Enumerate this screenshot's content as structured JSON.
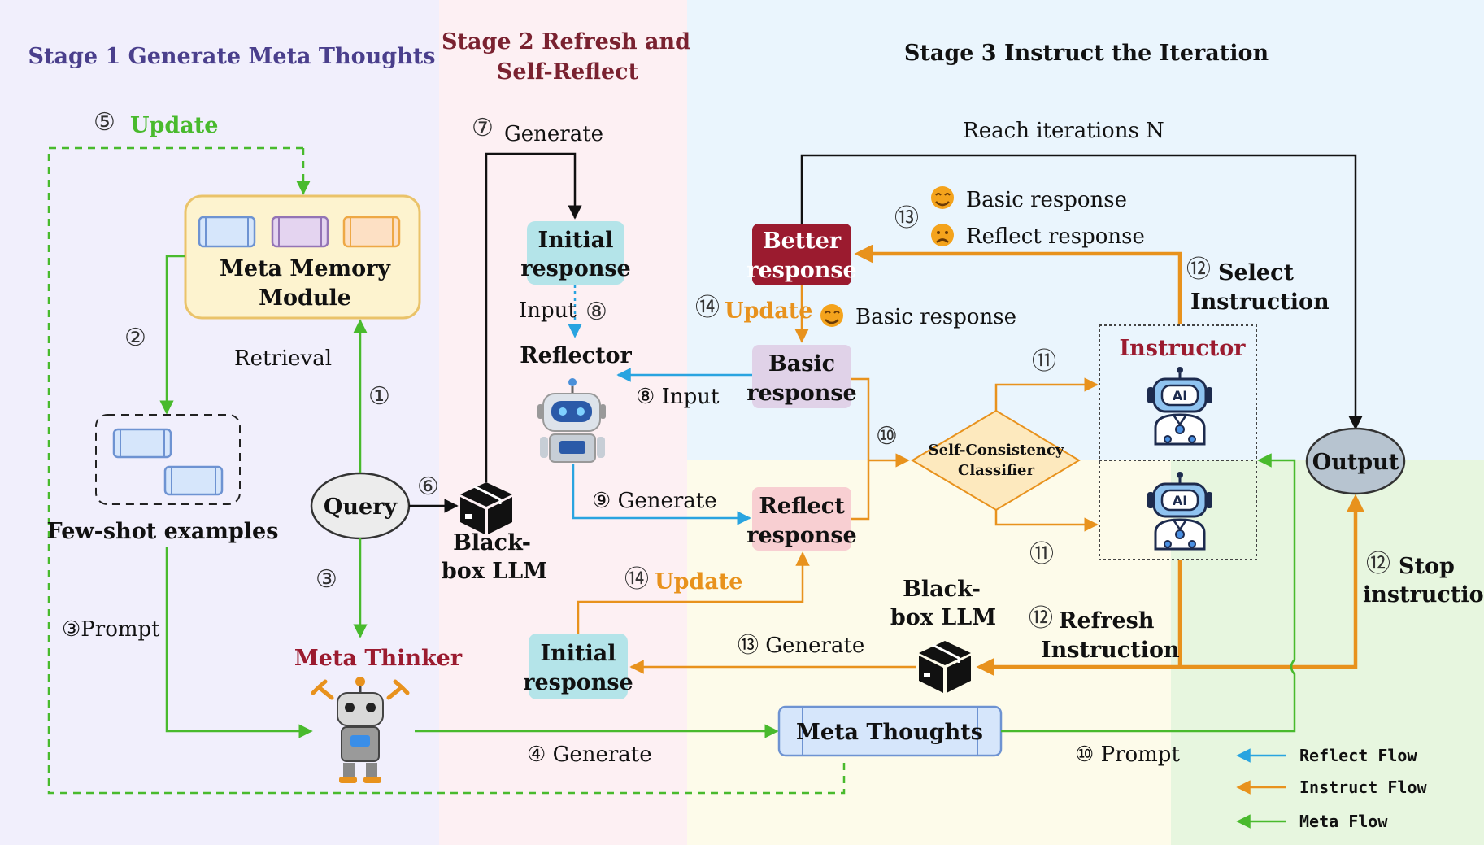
{
  "stages": {
    "stage1": "Stage 1 Generate Meta Thoughts",
    "stage2_line1": "Stage 2 Refresh and",
    "stage2_line2": "Self-Reflect",
    "stage3": "Stage 3 Instruct the Iteration"
  },
  "nodes": {
    "meta_memory_line1": "Meta Memory",
    "meta_memory_line2": "Module",
    "few_shot": "Few-shot examples",
    "query": "Query",
    "meta_thinker": "Meta Thinker",
    "blackbox_stage2_line1": "Black-",
    "blackbox_stage2_line2": "box LLM",
    "initial_response_top_line1": "Initial",
    "initial_response_top_line2": "response",
    "reflector": "Reflector",
    "better_response_line1": "Better",
    "better_response_line2": "response",
    "basic_response_line1": "Basic",
    "basic_response_line2": "response",
    "reflect_response_line1": "Reflect",
    "reflect_response_line2": "response",
    "classifier_line1": "Self-Consistency",
    "classifier_line2": "Classifier",
    "instructor": "Instructor",
    "ai_badge": "AI",
    "output": "Output",
    "blackbox_stage3_line1": "Black-",
    "blackbox_stage3_line2": "box LLM",
    "initial_response_bottom_line1": "Initial",
    "initial_response_bottom_line2": "response",
    "meta_thoughts": "Meta Thoughts"
  },
  "labels": {
    "update_5_num": "⑤",
    "update_5_text": "Update",
    "step_2": "②",
    "retrieval": "Retrieval",
    "step_1": "①",
    "step_3": "③",
    "prompt_3": "③Prompt",
    "generate_4": "④ Generate",
    "step_6": "⑥",
    "generate_7_num": "⑦",
    "generate_7_text": "Generate",
    "input_8_top": "Input",
    "step_8_top": "⑧",
    "input_8_left": "⑧ Input",
    "generate_9": "⑨ Generate",
    "reach_iterations": "Reach iterations N",
    "step_13_top": "⑬",
    "basic_response_emoji_label": "Basic response",
    "reflect_response_emoji_label": "Reflect response",
    "select_instruction_num": "⑫",
    "select_instruction_line1": "Select",
    "select_instruction_line2": "Instruction",
    "update_14_top_num": "⑭",
    "update_14_top_text": "Update",
    "basic_response_side": "Basic response",
    "step_11_top": "⑪",
    "step_10": "⑩",
    "step_11_bottom": "⑪",
    "stop_instruction_num": "⑫",
    "stop_instruction_line1": "Stop",
    "stop_instruction_line2": "instruction",
    "refresh_instruction_num": "⑫",
    "refresh_instruction_line1": "Refresh",
    "refresh_instruction_line2": "Instruction",
    "generate_13": "⑬ Generate",
    "update_14_bottom_num": "⑭",
    "update_14_bottom_text": "Update",
    "prompt_10": "⑩ Prompt"
  },
  "legend": {
    "reflect_flow": "Reflect Flow",
    "instruct_flow": "Instruct Flow",
    "meta_flow": "Meta Flow"
  },
  "colors": {
    "stage1_bg": "#f1effc",
    "stage2_bg": "#fdf0f3",
    "stage3_top_bg": "#eaf5fd",
    "stage3_bottom_bg": "#fdfbea",
    "stage3_green_bg": "#e7f6df",
    "reflect_flow": "#29a4e0",
    "instruct_flow": "#e8921d",
    "meta_flow": "#49ba2d",
    "stage1_title": "#4a3f8c",
    "stage2_title": "#7a2230",
    "accent_red": "#9b1b2f",
    "update_green": "#49ba2d",
    "update_orange": "#e8921d"
  }
}
